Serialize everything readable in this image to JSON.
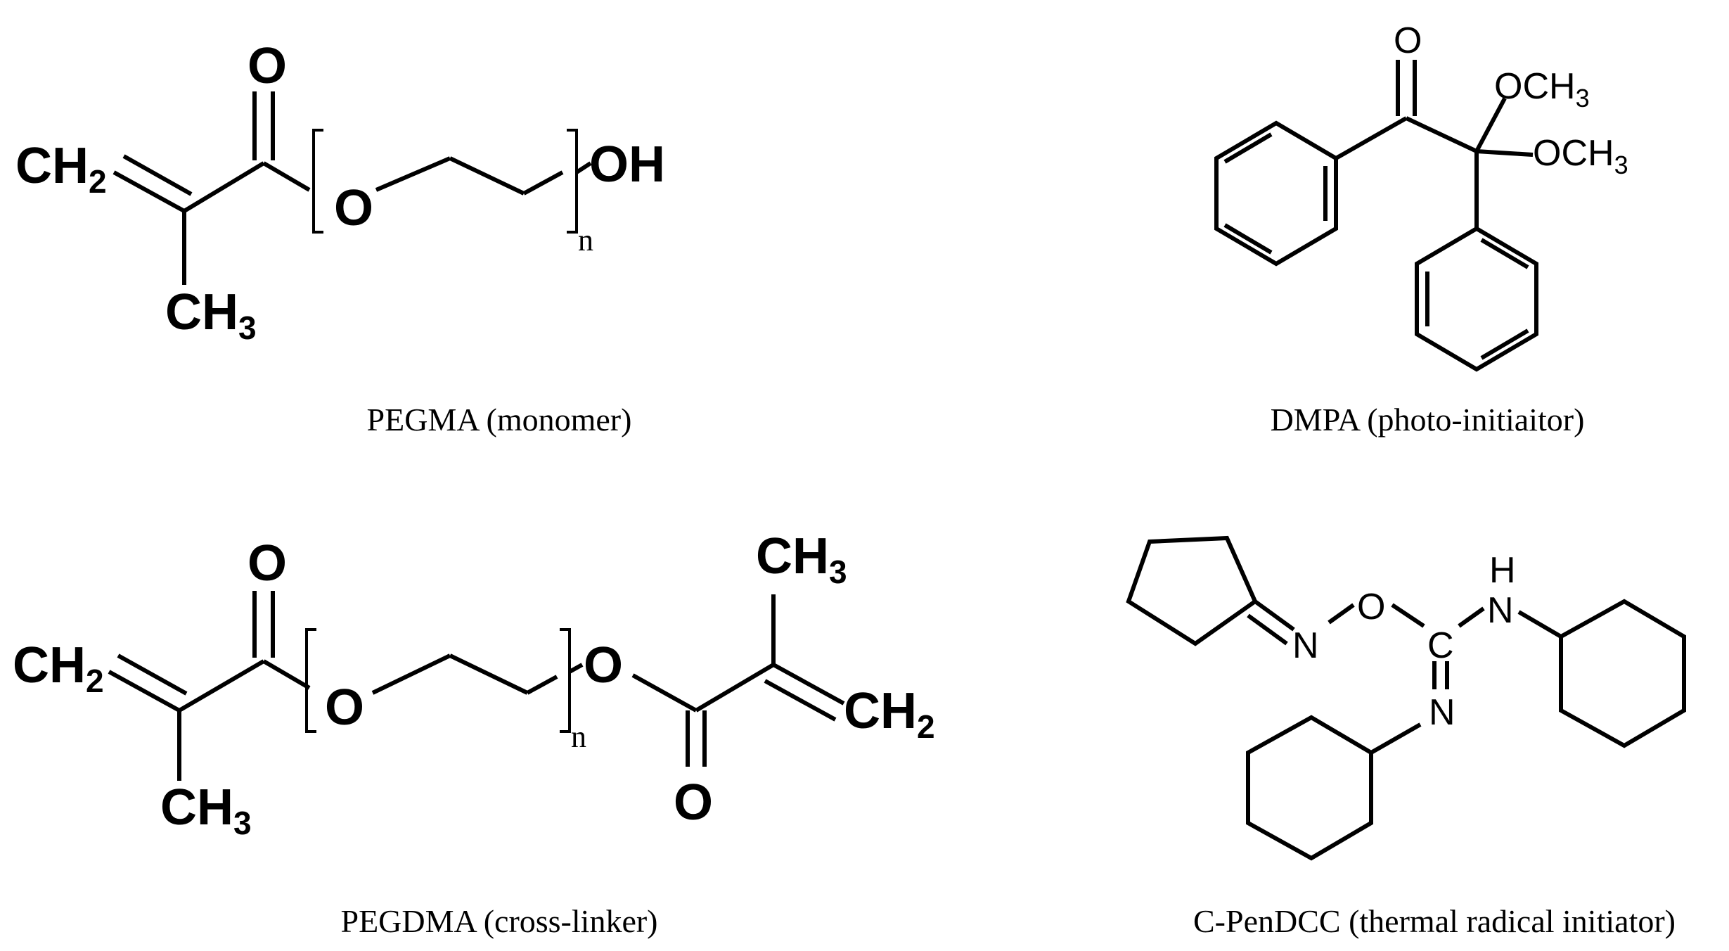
{
  "captions": {
    "pegma": "PEGMA (monomer)",
    "dmpa": "DMPA (photo-initiaitor)",
    "pegdma": "PEGDMA (cross-linker)",
    "cpendcc": "C-PenDCC (thermal radical initiator)"
  },
  "labels": {
    "carbonyl_o": "O",
    "ether_o": "O",
    "ch2": "CH",
    "ch3": "CH",
    "oh": "OH",
    "och3": "OCH",
    "nitrogen": "N",
    "hydrogen": "H",
    "carbon": "C",
    "sub2": "2",
    "sub3": "3",
    "repeat_n": "n"
  }
}
